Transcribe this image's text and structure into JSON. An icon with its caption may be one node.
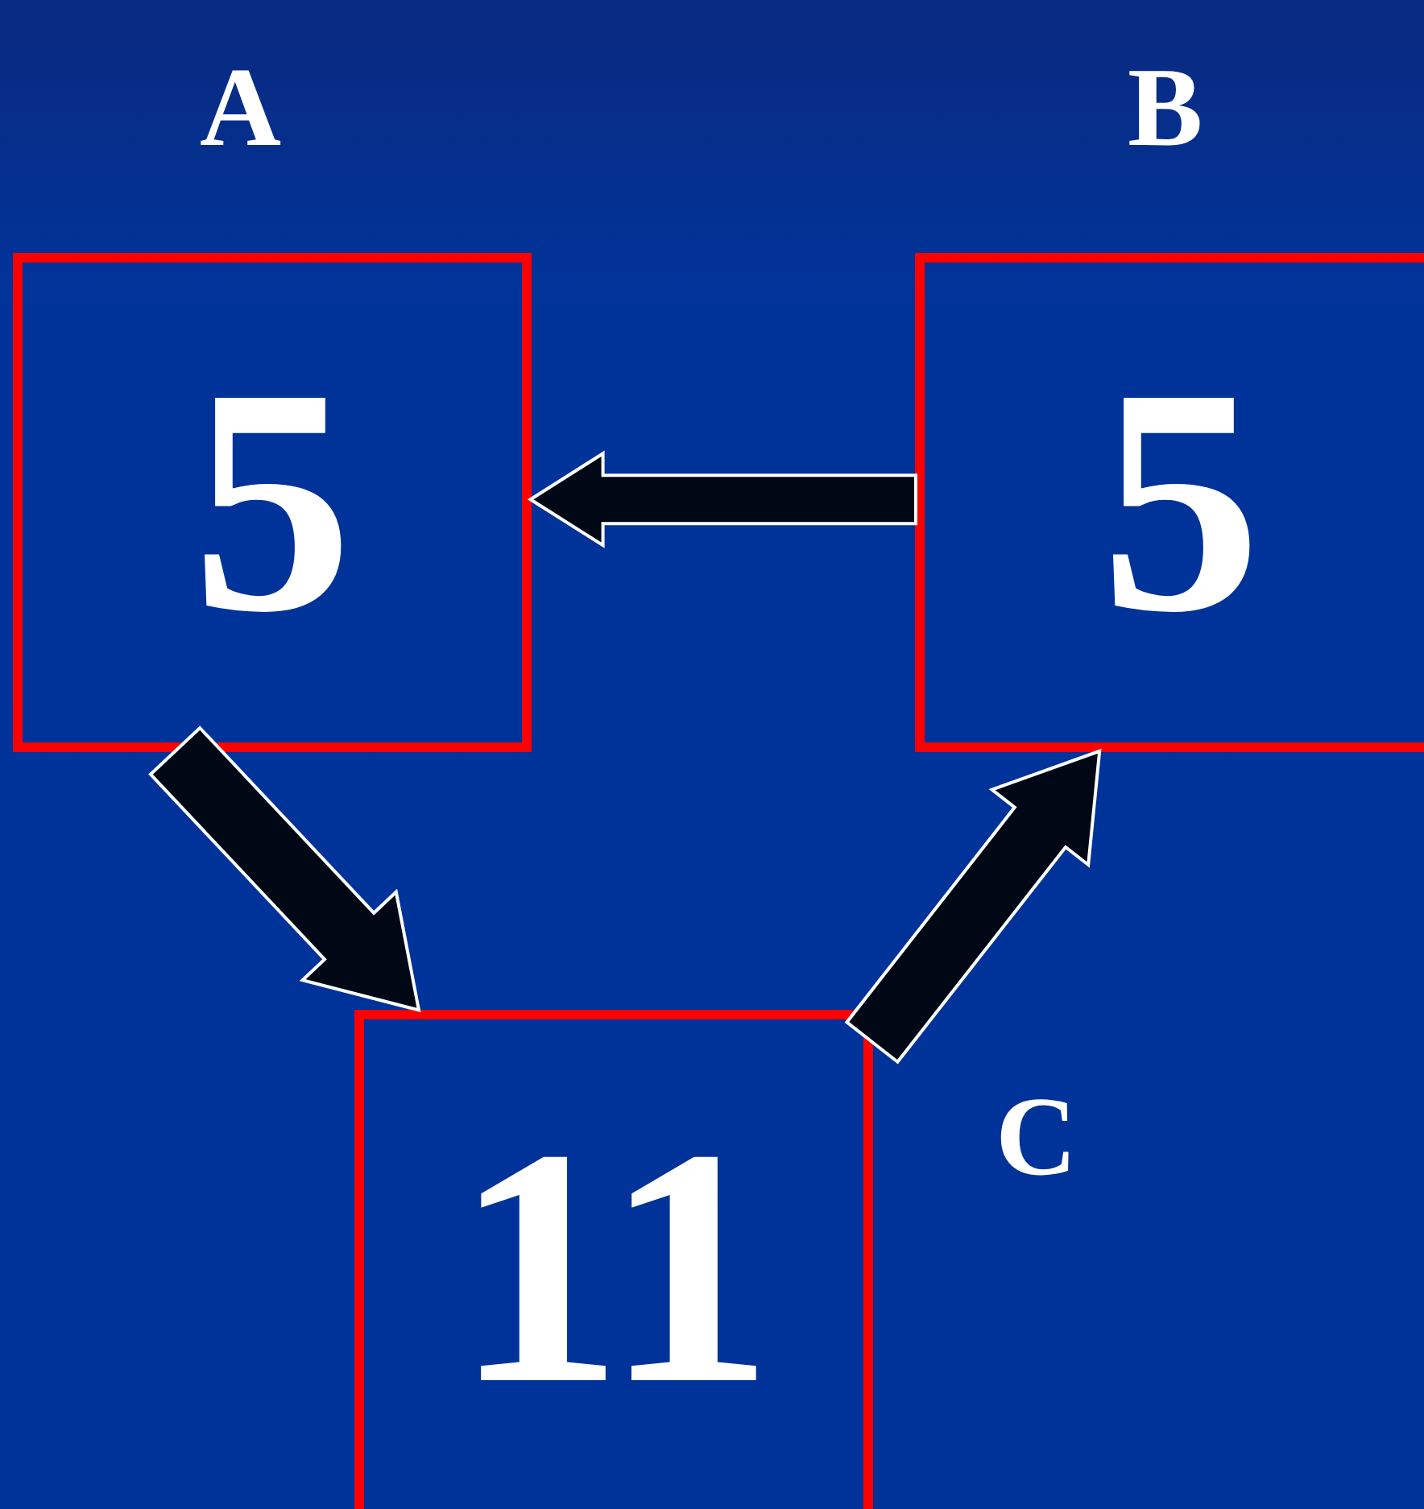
{
  "diagram": {
    "nodes": [
      {
        "text": [
          "A",
          "5"
        ]
      },
      {
        "text": [
          "B",
          "5"
        ]
      },
      {
        "text": [
          "11"
        ],
        "beside": [
          "C"
        ]
      }
    ],
    "edges": [
      {
        "from": 1,
        "to": 0,
        "arrow": "to"
      },
      {
        "from": 0,
        "to": 2,
        "arrow": "to"
      },
      {
        "from": 2,
        "to": 1,
        "arrow": "to"
      }
    ]
  }
}
